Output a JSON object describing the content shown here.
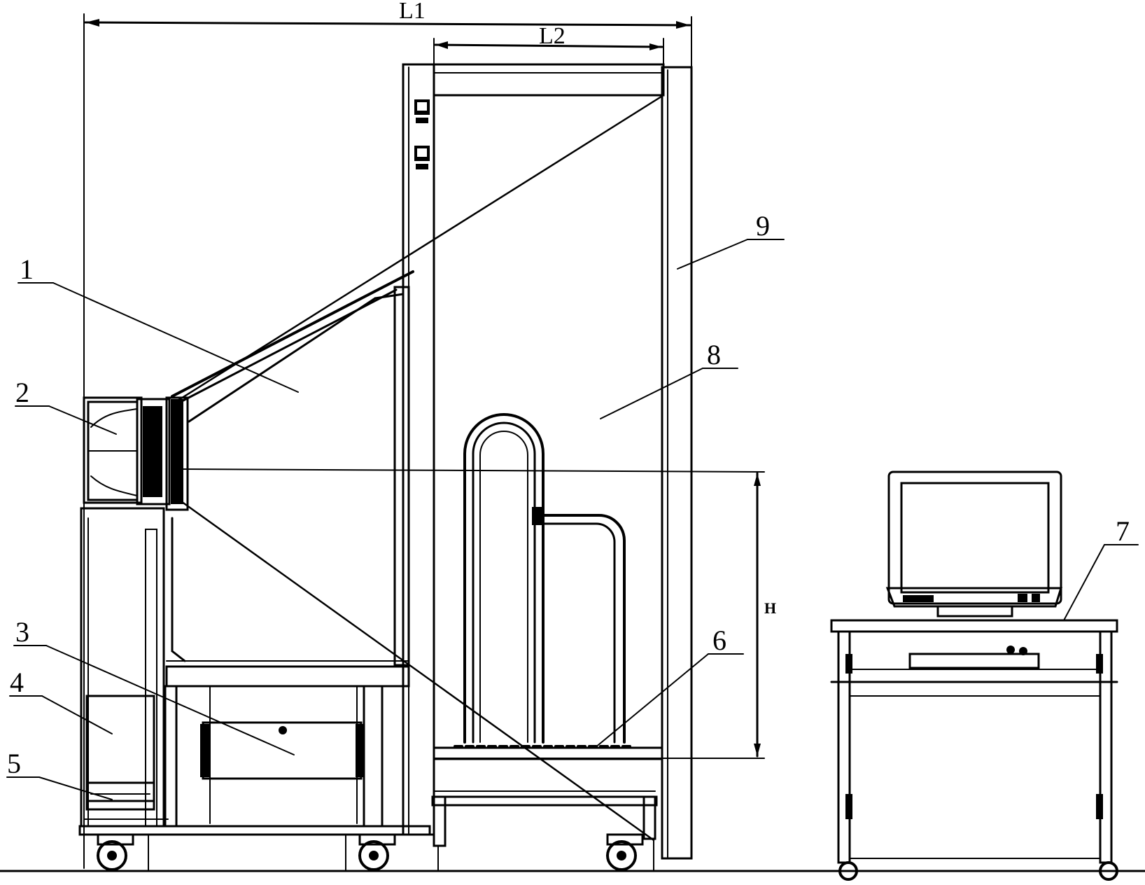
{
  "dimensions": {
    "overall_width": "L1",
    "frame_width": "L2",
    "height": "H"
  },
  "labels": [
    "1",
    "2",
    "3",
    "4",
    "5",
    "6",
    "7",
    "8",
    "9"
  ],
  "colors": {
    "line": "#000000",
    "background": "#ffffff"
  }
}
